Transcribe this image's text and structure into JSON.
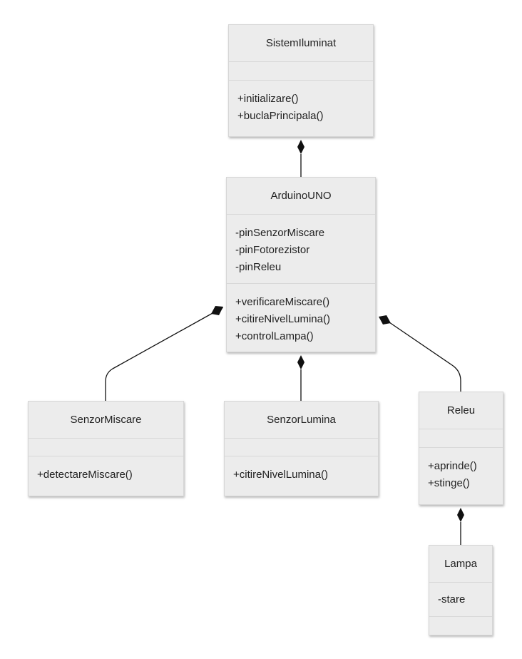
{
  "classes": {
    "sistem": {
      "name": "SistemIluminat",
      "attributes": [],
      "methods": [
        "+initializare()",
        "+buclaPrincipala()"
      ]
    },
    "arduino": {
      "name": "ArduinoUNO",
      "attributes": [
        "-pinSenzorMiscare",
        "-pinFotorezistor",
        "-pinReleu"
      ],
      "methods": [
        "+verificareMiscare()",
        "+citireNivelLumina()",
        "+controlLampa()"
      ]
    },
    "senzorMiscare": {
      "name": "SenzorMiscare",
      "attributes": [],
      "methods": [
        "+detectareMiscare()"
      ]
    },
    "senzorLumina": {
      "name": "SenzorLumina",
      "attributes": [],
      "methods": [
        "+citireNivelLumina()"
      ]
    },
    "releu": {
      "name": "Releu",
      "attributes": [],
      "methods": [
        "+aprinde()",
        "+stinge()"
      ]
    },
    "lampa": {
      "name": "Lampa",
      "attributes": [
        "-stare"
      ],
      "methods": []
    }
  },
  "relations": [
    {
      "whole": "sistem",
      "part": "arduino",
      "type": "composition"
    },
    {
      "whole": "arduino",
      "part": "senzorMiscare",
      "type": "composition"
    },
    {
      "whole": "arduino",
      "part": "senzorLumina",
      "type": "composition"
    },
    {
      "whole": "arduino",
      "part": "releu",
      "type": "composition"
    },
    {
      "whole": "releu",
      "part": "lampa",
      "type": "composition"
    }
  ]
}
